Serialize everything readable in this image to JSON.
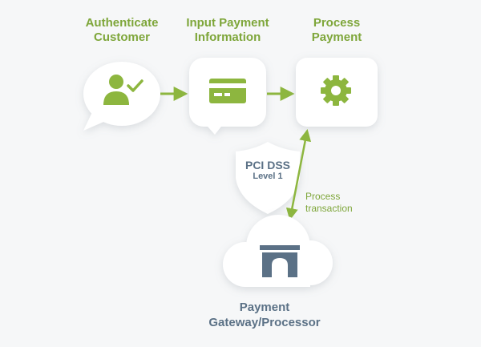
{
  "steps": [
    {
      "title": "Authenticate\nCustomer",
      "icon": "user-check-icon"
    },
    {
      "title": "Input Payment\nInformation",
      "icon": "credit-card-icon"
    },
    {
      "title": "Process\nPayment",
      "icon": "gear-icon"
    }
  ],
  "badge": {
    "line1": "PCI DSS",
    "line2": "Level 1",
    "icon": "shield-icon"
  },
  "link_note": "Process\ntransaction",
  "gateway": {
    "title": "Payment\nGateway/Processor",
    "icon": "bank-gateway-icon"
  },
  "colors": {
    "accent": "#8db63f",
    "steel": "#5b7186",
    "bubble": "#ffffff",
    "background": "#f6f7f8"
  }
}
